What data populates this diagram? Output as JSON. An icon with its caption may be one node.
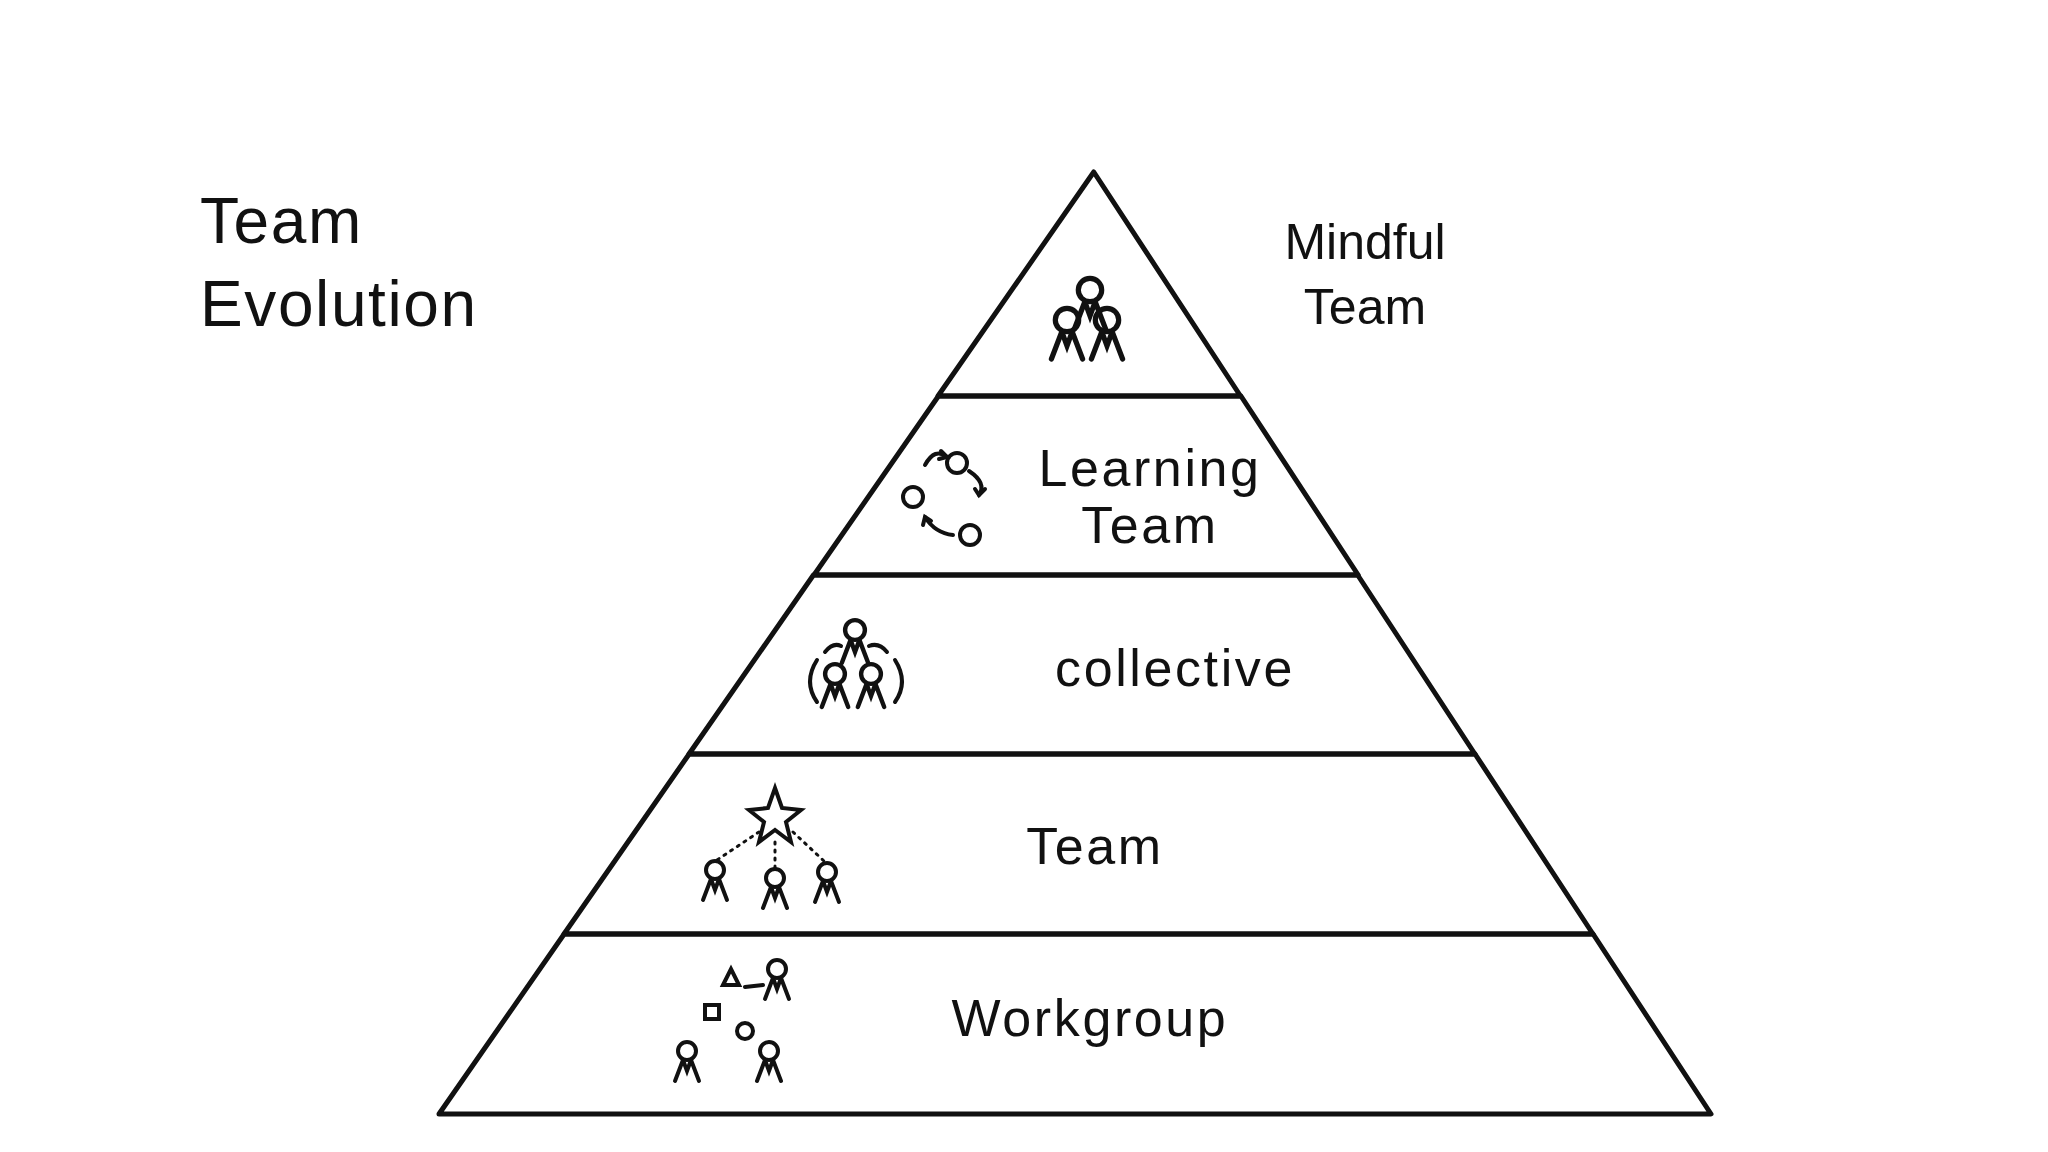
{
  "diagram": {
    "title": "Team Evolution",
    "nodes": [
      {
        "text": [],
        "shape": "triangle",
        "beside": [
          "Mindful Team"
        ]
      },
      {
        "text": [
          "Learning Team"
        ]
      },
      {
        "text": [
          "collective"
        ]
      },
      {
        "text": [
          "Team"
        ]
      },
      {
        "text": [
          "Workgroup"
        ]
      }
    ]
  }
}
